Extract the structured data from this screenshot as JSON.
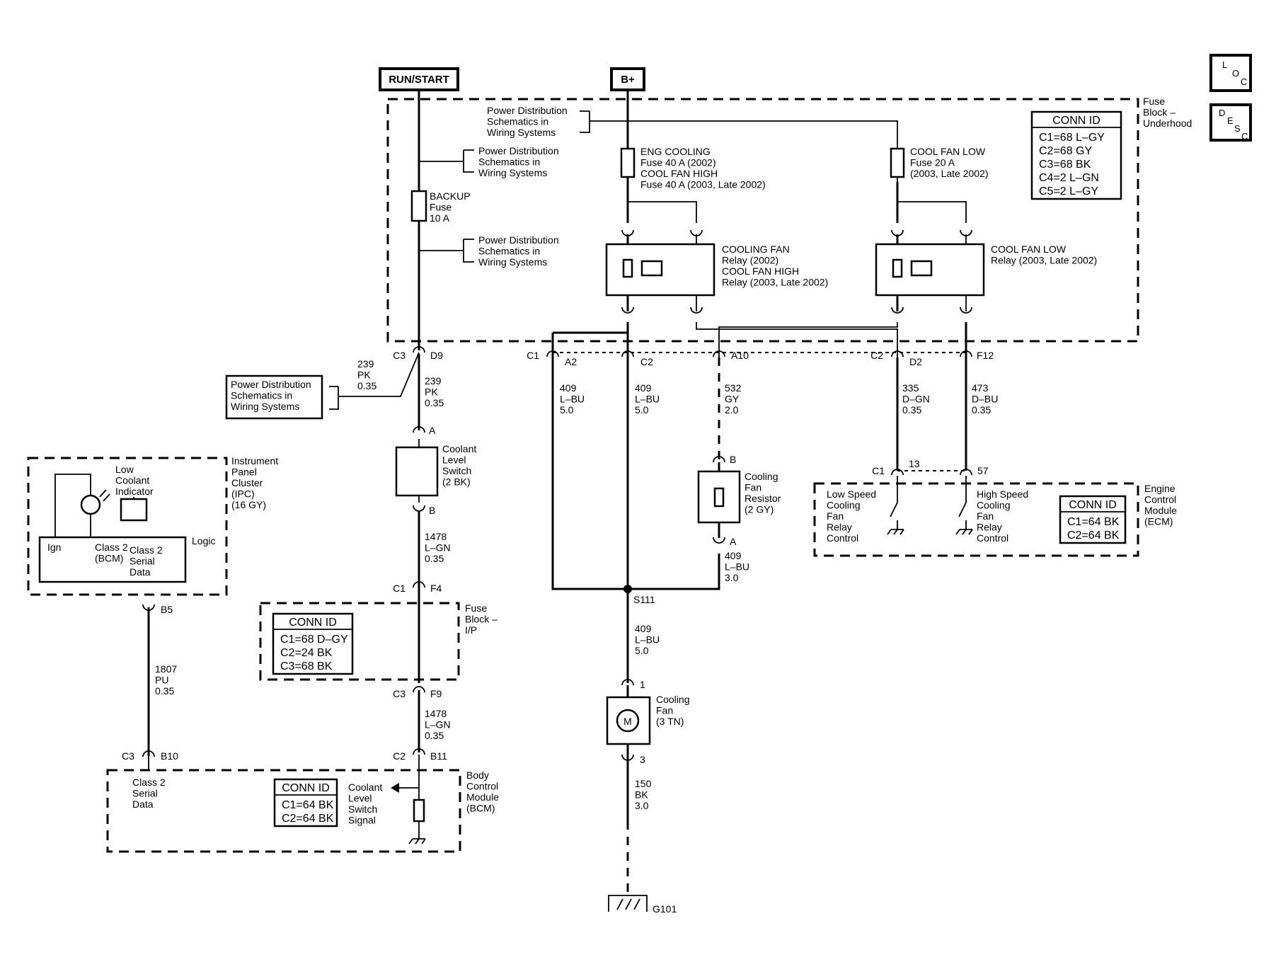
{
  "sources": {
    "run_start": "RUN/START",
    "b_plus": "B+"
  },
  "icons": {
    "loc": [
      "L",
      "O",
      "C"
    ],
    "desc": [
      "D",
      "E",
      "S",
      "C"
    ]
  },
  "fuse_block_underhood": {
    "label": [
      "Fuse",
      "Block –",
      "Underhood"
    ],
    "conn_id": {
      "title": "CONN ID",
      "rows": [
        "C1=68 L–GY",
        "C2=68 GY",
        "C3=68 BK",
        "C4=2 L–GN",
        "C5=2 L–GY"
      ]
    }
  },
  "power_distribution": [
    "Power Distribution",
    "Schematics in",
    "Wiring Systems"
  ],
  "fuses": {
    "backup": [
      "BACKUP",
      "Fuse",
      "10 A"
    ],
    "eng_cooling": [
      "ENG COOLING",
      "Fuse 40 A (2002)",
      "COOL FAN HIGH",
      "Fuse 40 A (2003, Late 2002)"
    ],
    "cool_fan_low": [
      "COOL FAN LOW",
      "Fuse 20 A",
      "(2003, Late 2002)"
    ]
  },
  "relays": {
    "high": [
      "COOLING FAN",
      "Relay (2002)",
      "COOL FAN HIGH",
      "Relay (2003, Late 2002)"
    ],
    "low": [
      "COOL FAN LOW",
      "Relay (2003, Late 2002)"
    ]
  },
  "connectors": {
    "c3": "C3",
    "d9": "D9",
    "c1": "C1",
    "a2": "A2",
    "c2": "C2",
    "a10": "A10",
    "c2b": "C2",
    "d2": "D2",
    "f12": "F12",
    "ecm_c1": "C1",
    "p13": "13",
    "p57": "57",
    "switch_a": "A",
    "switch_b": "B",
    "bp_c1": "C1",
    "f4": "F4",
    "bp_c3": "C3",
    "f9": "F9",
    "bcm_c2": "C2",
    "b11": "B11",
    "bcm_c3": "C3",
    "b10": "B10",
    "b5": "B5",
    "res_b": "B",
    "res_a": "A",
    "motor_1": "1",
    "motor_3": "3"
  },
  "wires": {
    "w239a": [
      "239",
      "PK",
      "0.35"
    ],
    "w239b": [
      "239",
      "PK",
      "0.35"
    ],
    "w1478a": [
      "1478",
      "L–GN",
      "0.35"
    ],
    "w1478b": [
      "1478",
      "L–GN",
      "0.35"
    ],
    "w1807": [
      "1807",
      "PU",
      "0.35"
    ],
    "w409a": [
      "409",
      "L–BU",
      "5.0"
    ],
    "w409b": [
      "409",
      "L–BU",
      "5.0"
    ],
    "w532": [
      "532",
      "GY",
      "2.0"
    ],
    "w409c": [
      "409",
      "L–BU",
      "3.0"
    ],
    "w409d": [
      "409",
      "L–BU",
      "5.0"
    ],
    "w335": [
      "335",
      "D–GN",
      "0.35"
    ],
    "w473": [
      "473",
      "D–BU",
      "0.35"
    ],
    "w150": [
      "150",
      "BK",
      "3.0"
    ]
  },
  "components": {
    "coolant_switch": [
      "Coolant",
      "Level",
      "Switch",
      "(2 BK)"
    ],
    "resistor": [
      "Cooling",
      "Fan",
      "Resistor",
      "(2 GY)"
    ],
    "fan": [
      "Cooling",
      "Fan",
      "(3 TN)"
    ],
    "motor_symbol": "M"
  },
  "splice": "S111",
  "ground": "G101",
  "ipc": {
    "label": [
      "Instrument",
      "Panel",
      "Cluster",
      "(IPC)",
      "(16 GY)"
    ],
    "indicator": [
      "Low",
      "Coolant",
      "Indicator"
    ],
    "ign": "Ign",
    "class2_bcm": [
      "Class 2",
      "(BCM)"
    ],
    "serial": [
      "Class 2",
      "Serial",
      "Data"
    ],
    "logic": "Logic"
  },
  "fuse_block_ip": {
    "label": [
      "Fuse",
      "Block –",
      "I/P"
    ],
    "conn_id": {
      "title": "CONN ID",
      "rows": [
        "C1=68 D–GY",
        "C2=24 BK",
        "C3=68 BK"
      ]
    }
  },
  "bcm": {
    "label": [
      "Body",
      "Control",
      "Module",
      "(BCM)"
    ],
    "conn_id": {
      "title": "CONN ID",
      "rows": [
        "C1=64 BK",
        "C2=64 BK"
      ]
    },
    "serial": [
      "Class 2",
      "Serial",
      "Data"
    ],
    "signal": [
      "Coolant",
      "Level",
      "Switch",
      "Signal"
    ]
  },
  "ecm": {
    "label": [
      "Engine",
      "Control",
      "Module",
      "(ECM)"
    ],
    "conn_id": {
      "title": "CONN ID",
      "rows": [
        "C1=64 BK",
        "C2=64 BK"
      ]
    },
    "low_speed": [
      "Low Speed",
      "Cooling",
      "Fan",
      "Relay",
      "Control"
    ],
    "high_speed": [
      "High Speed",
      "Cooling",
      "Fan",
      "Relay",
      "Control"
    ]
  }
}
